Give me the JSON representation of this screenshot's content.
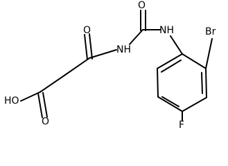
{
  "molecule": {
    "atoms": {
      "O_amide_top": "O",
      "NH_anilide": "NH",
      "Br": "Br",
      "NH_imide": "NH",
      "O_acyl": "O",
      "F": "F",
      "HO": "HO",
      "O_acid": "O"
    }
  }
}
